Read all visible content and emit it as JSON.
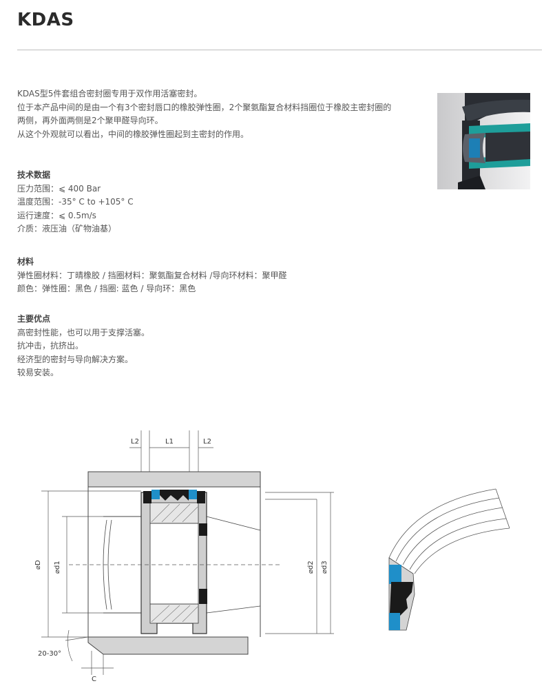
{
  "page": {
    "title": "KDAS"
  },
  "intro": {
    "lines": [
      "KDAS型5件套组合密封圈专用于双作用活塞密封。",
      "位于本产品中间的是由一个有3个密封唇口的橡胶弹性圈，2个聚氨酯复合材料挡圈位于橡胶主密封圈的",
      "两侧，再外面两侧是2个聚甲醛导向环。",
      "从这个外观就可以看出，中间的橡胶弹性圈起到主密封的作用。"
    ]
  },
  "tech": {
    "heading": "技术数据",
    "lines": [
      "压力范围：⩽ 400 Bar",
      "温度范围：-35° C  to +105° C",
      "运行速度：⩽ 0.5m/s",
      "介质：液压油（矿物油基）"
    ]
  },
  "material": {
    "heading": "材料",
    "lines": [
      "弹性圈材料：丁晴橡胶 / 挡圈材料：聚氨酯复合材料 /导向环材料：聚甲醛",
      "颜色：弹性圈：黑色 / 挡圈: 蓝色 / 导向环：黑色"
    ]
  },
  "advantages": {
    "heading": "主要优点",
    "lines": [
      "高密封性能，也可以用于支撑活塞。",
      "抗冲击，抗挤出。",
      "经济型的密封与导向解决方案。",
      "较易安装。"
    ]
  },
  "drawing": {
    "labels": {
      "l2_left": "L2",
      "l1": "L1",
      "l2_right": "L2",
      "phi_d": "⌀D",
      "phi_d1": "⌀d1",
      "phi_d2": "⌀d2",
      "phi_d3": "⌀d3",
      "angle": "20-30°",
      "c": "C"
    }
  },
  "colors": {
    "seal_blue": "#1f8fc9",
    "seal_teal": "#1e9e9a",
    "body_gray": "#d4d4d4",
    "rubber_black": "#1a1a1a"
  }
}
